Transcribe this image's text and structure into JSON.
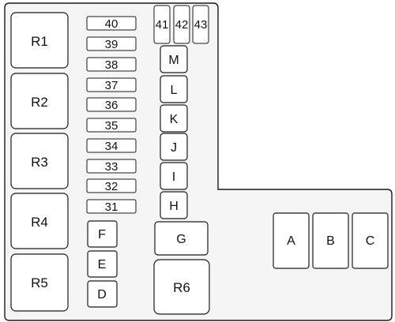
{
  "relays": {
    "r1": "R1",
    "r2": "R2",
    "r3": "R3",
    "r4": "R4",
    "r5": "R5",
    "r6": "R6"
  },
  "fuses": {
    "f40": "40",
    "f39": "39",
    "f38": "38",
    "f37": "37",
    "f36": "36",
    "f35": "35",
    "f34": "34",
    "f33": "33",
    "f32": "32",
    "f31": "31",
    "f41": "41",
    "f42": "42",
    "f43": "43"
  },
  "slots": {
    "m": "M",
    "l": "L",
    "k": "K",
    "j": "J",
    "i": "I",
    "h": "H",
    "g": "G",
    "f": "F",
    "e": "E",
    "d": "D",
    "a": "A",
    "b": "B",
    "c": "C"
  }
}
